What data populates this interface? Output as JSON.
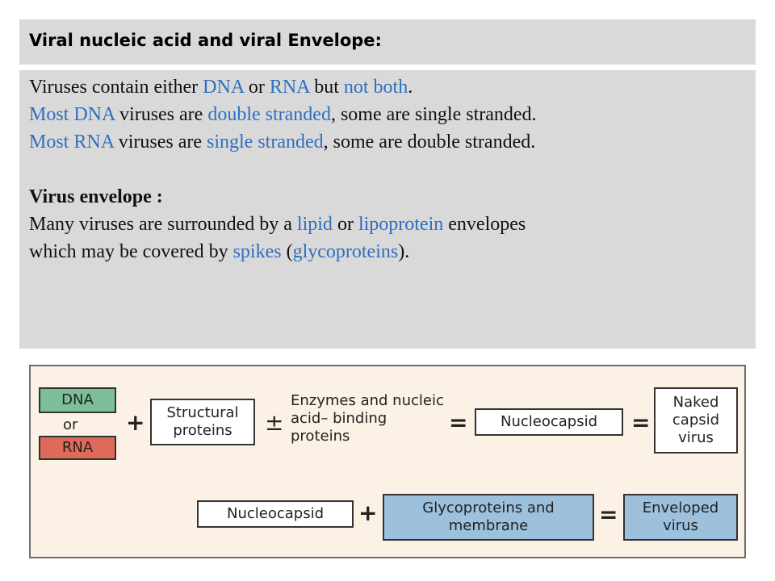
{
  "slide": {
    "title": "Viral nucleic acid and viral Envelope:",
    "lines": [
      [
        {
          "t": "Viruses contain either "
        },
        {
          "t": "DNA",
          "hl": true
        },
        {
          "t": " or "
        },
        {
          "t": "RNA",
          "hl": true
        },
        {
          "t": " but "
        },
        {
          "t": "not both",
          "hl": true
        },
        {
          "t": "."
        }
      ],
      [
        {
          "t": "Most DNA",
          "hl": true
        },
        {
          "t": " viruses are "
        },
        {
          "t": "double stranded",
          "hl": true
        },
        {
          "t": ", some are single stranded."
        }
      ],
      [
        {
          "t": "Most RNA",
          "hl": true
        },
        {
          "t": " viruses are "
        },
        {
          "t": "single stranded",
          "hl": true
        },
        {
          "t": ", some are double stranded."
        }
      ],
      [],
      [
        {
          "t": "Virus envelope :",
          "bold": true
        }
      ],
      [
        {
          "t": "Many viruses are surrounded by a "
        },
        {
          "t": "lipid",
          "hl": true
        },
        {
          "t": " or "
        },
        {
          "t": "lipoprotein",
          "hl": true
        },
        {
          "t": " envelopes"
        }
      ],
      [
        {
          "t": "which may be covered by "
        },
        {
          "t": "spikes",
          "hl": true
        },
        {
          "t": " ("
        },
        {
          "t": "glycoproteins",
          "hl": true
        },
        {
          "t": ")."
        }
      ]
    ]
  },
  "figure": {
    "dna": "DNA",
    "or": "or",
    "rna": "RNA",
    "plus1": "+",
    "structural_proteins": "Structural proteins",
    "plusminus": "±",
    "enzymes": "Enzymes and nucleic acid– binding proteins",
    "eq1": "=",
    "nucleocapsid1": "Nucleocapsid",
    "eq2": "=",
    "naked_virus": "Naked capsid virus",
    "nucleocapsid2": "Nucleocapsid",
    "plus2": "+",
    "glycoproteins_membrane": "Glycoproteins and membrane",
    "eq3": "=",
    "enveloped_virus": "Enveloped virus"
  },
  "colors": {
    "highlight": "#2f6fbf",
    "dna_box": "#7cbf98",
    "rna_box": "#e06a5a",
    "envelope_box": "#9dc0dd",
    "figure_bg": "#fbf1e4",
    "panel_bg": "#d9d9d9"
  }
}
